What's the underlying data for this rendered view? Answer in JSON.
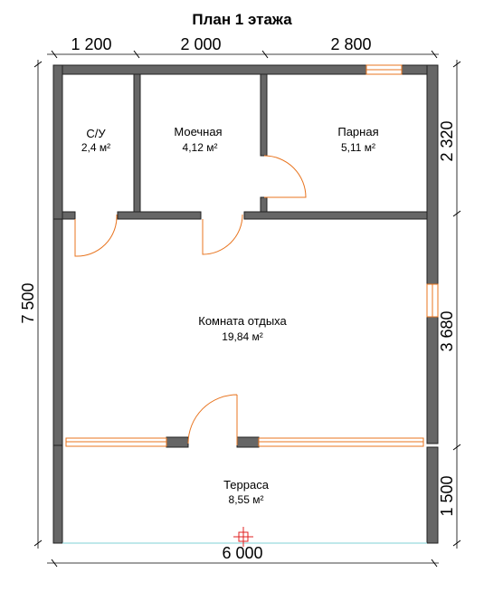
{
  "title": "План 1 этажа",
  "dimensions": {
    "top": [
      "1 200",
      "2 000",
      "2 800"
    ],
    "left": "7 500",
    "right": [
      "2 320",
      "3 680",
      "1 500"
    ],
    "bottom": "6 000"
  },
  "rooms": [
    {
      "name": "С/У",
      "area": "2,4 м²"
    },
    {
      "name": "Моечная",
      "area": "4,12 м²"
    },
    {
      "name": "Парная",
      "area": "5,11 м²"
    },
    {
      "name": "Комната отдыха",
      "area": "19,84 м²"
    },
    {
      "name": "Терраса",
      "area": "8,55 м²"
    }
  ],
  "colors": {
    "wall": "#666666",
    "door": "#e8741f",
    "terrace_edge": "#7fd0d6",
    "marker": "#e02020"
  }
}
